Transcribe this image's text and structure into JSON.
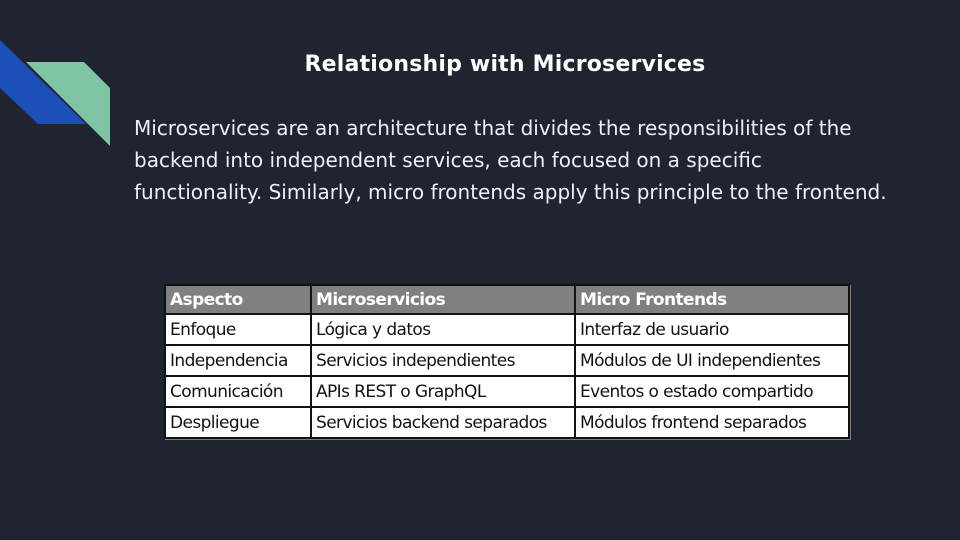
{
  "slide": {
    "title": "Relationship with Microservices",
    "body": "Microservices are an architecture that divides the responsibilities of the backend into independent services, each focused on a specific functionality. Similarly, micro frontends apply this principle to the frontend."
  },
  "colors": {
    "background": "#1f2430",
    "accent_blue": "#1c4fb8",
    "accent_green": "#7fc4a4",
    "table_header": "#808080"
  },
  "table": {
    "headers": [
      "Aspecto",
      "Microservicios",
      "Micro Frontends"
    ],
    "rows": [
      [
        "Enfoque",
        "Lógica y datos",
        "Interfaz de usuario"
      ],
      [
        "Independencia",
        "Servicios independientes",
        "Módulos de UI independientes"
      ],
      [
        "Comunicación",
        "APIs REST o GraphQL",
        "Eventos o estado compartido"
      ],
      [
        "Despliegue",
        "Servicios backend separados",
        "Módulos frontend separados"
      ]
    ]
  }
}
